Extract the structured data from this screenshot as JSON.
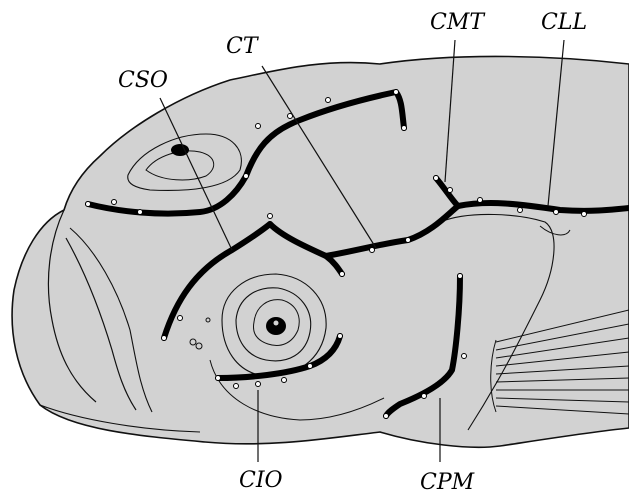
{
  "labels": {
    "cso": "CSO",
    "ct": "CT",
    "cmt": "CMT",
    "cll": "CLL",
    "cio": "CIO",
    "cpm": "CPM"
  },
  "colors": {
    "body_fill": "#d2d2d2",
    "outline": "#111111",
    "canal": "#000000",
    "background": "#ffffff"
  }
}
